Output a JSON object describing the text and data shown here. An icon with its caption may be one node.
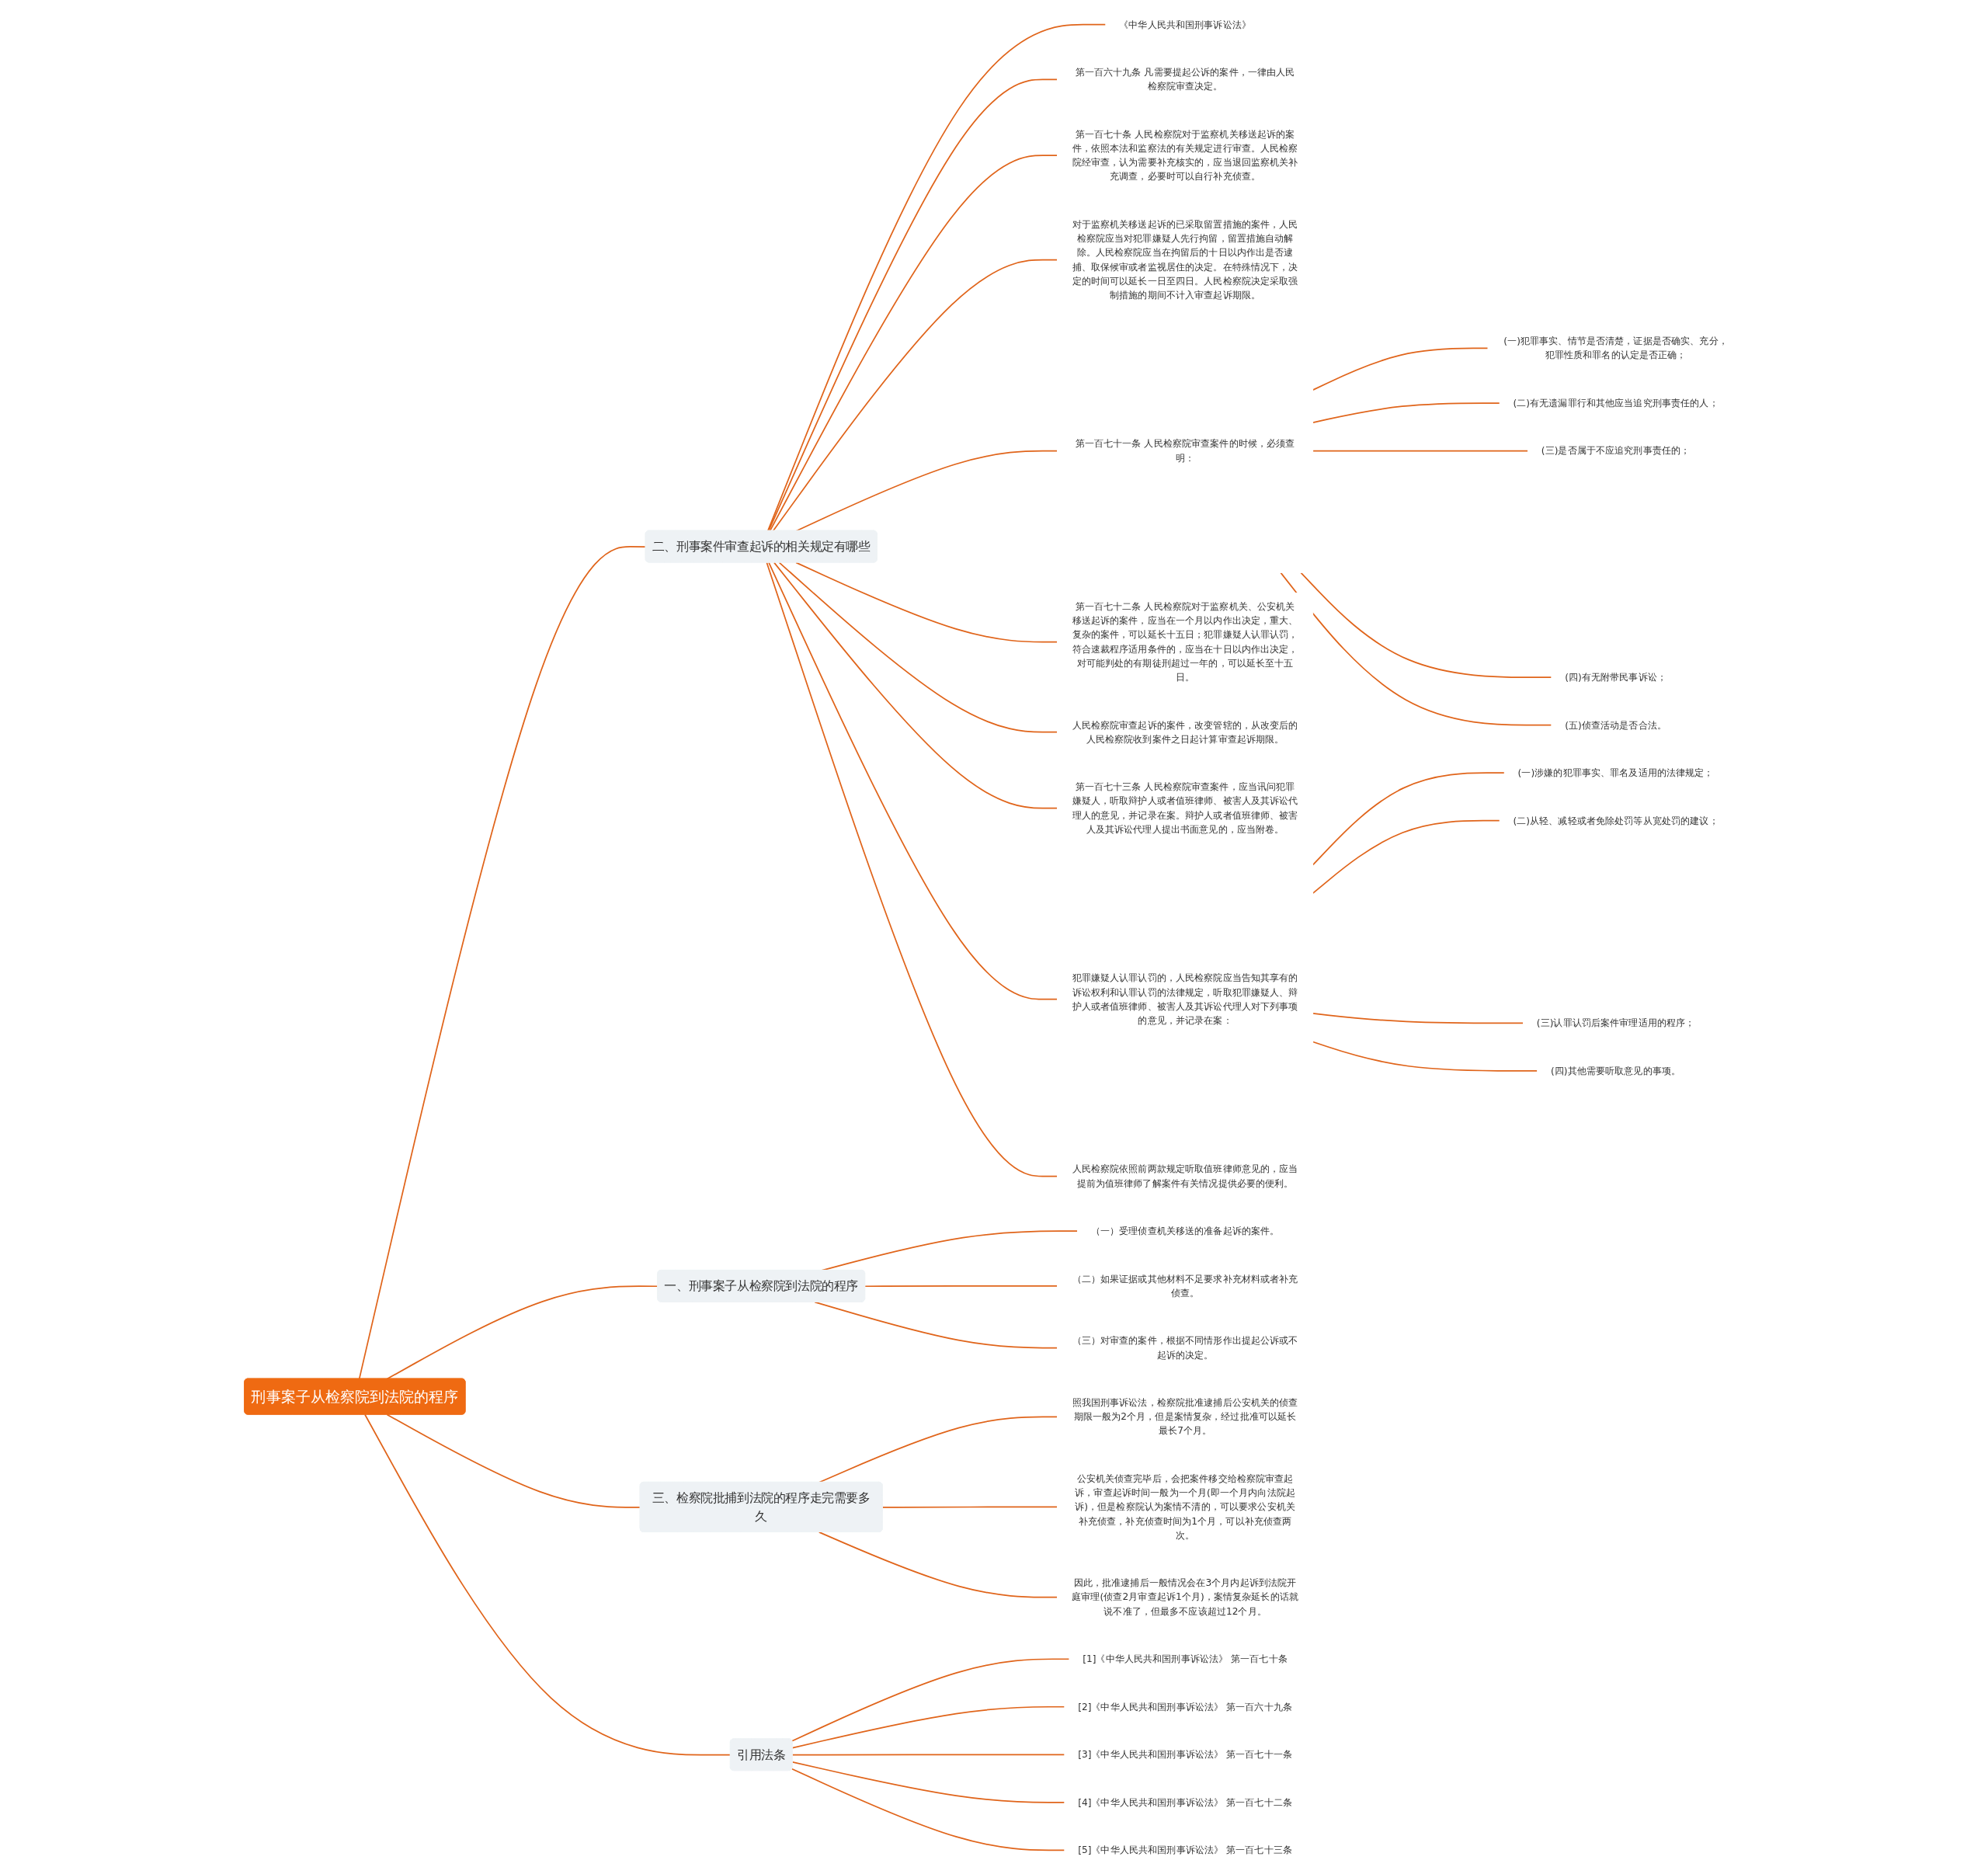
{
  "diagram": {
    "nodes": [
      {
        "text": [
          "刑事案子从检察院到法院的程序"
        ]
      },
      {
        "text": [
          "二、刑事案件审查起诉的相关规定有哪些"
        ]
      },
      {
        "text": [
          "《中华人民共和国刑事诉讼法》"
        ]
      },
      {
        "text": [
          "第一百六十九条 凡需要提起公诉的案件，一律由人民检察院审查决定。"
        ]
      },
      {
        "text": [
          "第一百七十条 人民检察院对于监察机关移送起诉的案件，依照本法和监察法的有关规定进行审查。人民检察院经审查，认为需要补充核实的，应当退回监察机关补充调查，必要时可以自行补充侦查。"
        ]
      },
      {
        "text": [
          "对于监察机关移送起诉的已采取留置措施的案件，人民检察院应当对犯罪嫌疑人先行拘留，留置措施自动解除。人民检察院应当在拘留后的十日以内作出是否逮捕、取保候审或者监视居住的决定。在特殊情况下，决定的时间可以延长一日至四日。人民检察院决定采取强制措施的期间不计入审查起诉期限。"
        ]
      },
      {
        "text": [
          "第一百七十一条 人民检察院审查案件的时候，必须查明："
        ]
      },
      {
        "text": [
          "(一)犯罪事实、情节是否清楚，证据是否确实、充分，犯罪性质和罪名的认定是否正确；"
        ]
      },
      {
        "text": [
          "(二)有无遗漏罪行和其他应当追究刑事责任的人；"
        ]
      },
      {
        "text": [
          "(三)是否属于不应追究刑事责任的；"
        ]
      },
      {
        "text": [
          "(四)有无附带民事诉讼；"
        ]
      },
      {
        "text": [
          "(五)侦查活动是否合法。"
        ]
      },
      {
        "text": [
          "第一百七十二条 人民检察院对于监察机关、公安机关移送起诉的案件，应当在一个月以内作出决定，重大、复杂的案件，可以延长十五日；犯罪嫌疑人认罪认罚，符合速裁程序适用条件的，应当在十日以内作出决定，对可能判处的有期徒刑超过一年的，可以延长至十五日。"
        ]
      },
      {
        "text": [
          "人民检察院审查起诉的案件，改变管辖的，从改变后的人民检察院收到案件之日起计算审查起诉期限。"
        ]
      },
      {
        "text": [
          "第一百七十三条 人民检察院审查案件，应当讯问犯罪嫌疑人，听取辩护人或者值班律师、被害人及其诉讼代理人的意见，并记录在案。辩护人或者值班律师、被害人及其诉讼代理人提出书面意见的，应当附卷。"
        ]
      },
      {
        "text": [
          "犯罪嫌疑人认罪认罚的，人民检察院应当告知其享有的诉讼权利和认罪认罚的法律规定，听取犯罪嫌疑人、辩护人或者值班律师、被害人及其诉讼代理人对下列事项的意见，并记录在案："
        ]
      },
      {
        "text": [
          "(一)涉嫌的犯罪事实、罪名及适用的法律规定；"
        ]
      },
      {
        "text": [
          "(二)从轻、减轻或者免除处罚等从宽处罚的建议；"
        ]
      },
      {
        "text": [
          "(三)认罪认罚后案件审理适用的程序；"
        ]
      },
      {
        "text": [
          "(四)其他需要听取意见的事项。"
        ]
      },
      {
        "text": [
          "人民检察院依照前两款规定听取值班律师意见的，应当提前为值班律师了解案件有关情况提供必要的便利。"
        ]
      },
      {
        "text": [
          "一、刑事案子从检察院到法院的程序"
        ]
      },
      {
        "text": [
          "（一）受理侦查机关移送的准备起诉的案件。"
        ]
      },
      {
        "text": [
          "（二）如果证据或其他材料不足要求补充材料或者补充侦查。"
        ]
      },
      {
        "text": [
          "（三）对审查的案件，根据不同情形作出提起公诉或不起诉的决定。"
        ]
      },
      {
        "text": [
          "三、检察院批捕到法院的程序走完需要多久"
        ]
      },
      {
        "text": [
          "照我国刑事诉讼法，检察院批准逮捕后公安机关的侦查期限一般为2个月，但是案情复杂，经过批准可以延长最长7个月。"
        ]
      },
      {
        "text": [
          "公安机关侦查完毕后，会把案件移交给检察院审查起诉，审查起诉时间一般为一个月(即一个月内向法院起诉)，但是检察院认为案情不清的，可以要求公安机关补充侦查，补充侦查时间为1个月，可以补充侦查两次。"
        ]
      },
      {
        "text": [
          "因此，批准逮捕后一般情况会在3个月内起诉到法院开庭审理(侦查2月审查起诉1个月)，案情复杂延长的话就说不准了，但最多不应该超过12个月。"
        ]
      },
      {
        "text": [
          "引用法条"
        ]
      },
      {
        "text": [
          "[1]《中华人民共和国刑事诉讼法》 第一百七十条"
        ]
      },
      {
        "text": [
          "[2]《中华人民共和国刑事诉讼法》 第一百六十九条"
        ]
      },
      {
        "text": [
          "[3]《中华人民共和国刑事诉讼法》 第一百七十一条"
        ]
      },
      {
        "text": [
          "[4]《中华人民共和国刑事诉讼法》 第一百七十二条"
        ]
      },
      {
        "text": [
          "[5]《中华人民共和国刑事诉讼法》 第一百七十三条"
        ]
      }
    ],
    "edges": [
      {
        "from": 0,
        "to": 1,
        "arrow": "none"
      },
      {
        "from": 1,
        "to": 2,
        "arrow": "none"
      },
      {
        "from": 1,
        "to": 3,
        "arrow": "none"
      },
      {
        "from": 1,
        "to": 4,
        "arrow": "none"
      },
      {
        "from": 1,
        "to": 5,
        "arrow": "none"
      },
      {
        "from": 1,
        "to": 6,
        "arrow": "none"
      },
      {
        "from": 6,
        "to": 7,
        "arrow": "none"
      },
      {
        "from": 6,
        "to": 8,
        "arrow": "none"
      },
      {
        "from": 6,
        "to": 9,
        "arrow": "none"
      },
      {
        "from": 6,
        "to": 10,
        "arrow": "none"
      },
      {
        "from": 6,
        "to": 11,
        "arrow": "none"
      },
      {
        "from": 1,
        "to": 12,
        "arrow": "none"
      },
      {
        "from": 1,
        "to": 13,
        "arrow": "none"
      },
      {
        "from": 1,
        "to": 14,
        "arrow": "none"
      },
      {
        "from": 1,
        "to": 15,
        "arrow": "none"
      },
      {
        "from": 15,
        "to": 16,
        "arrow": "none"
      },
      {
        "from": 15,
        "to": 17,
        "arrow": "none"
      },
      {
        "from": 15,
        "to": 18,
        "arrow": "none"
      },
      {
        "from": 15,
        "to": 19,
        "arrow": "none"
      },
      {
        "from": 1,
        "to": 20,
        "arrow": "none"
      },
      {
        "from": 0,
        "to": 21,
        "arrow": "none"
      },
      {
        "from": 21,
        "to": 22,
        "arrow": "none"
      },
      {
        "from": 21,
        "to": 23,
        "arrow": "none"
      },
      {
        "from": 21,
        "to": 24,
        "arrow": "none"
      },
      {
        "from": 0,
        "to": 25,
        "arrow": "none"
      },
      {
        "from": 25,
        "to": 26,
        "arrow": "none"
      },
      {
        "from": 25,
        "to": 27,
        "arrow": "none"
      },
      {
        "from": 25,
        "to": 28,
        "arrow": "none"
      },
      {
        "from": 0,
        "to": 29,
        "arrow": "none"
      },
      {
        "from": 29,
        "to": 30,
        "arrow": "none"
      },
      {
        "from": 29,
        "to": 31,
        "arrow": "none"
      },
      {
        "from": 29,
        "to": 32,
        "arrow": "none"
      },
      {
        "from": 29,
        "to": 33,
        "arrow": "none"
      },
      {
        "from": 29,
        "to": 34,
        "arrow": "none"
      }
    ]
  }
}
